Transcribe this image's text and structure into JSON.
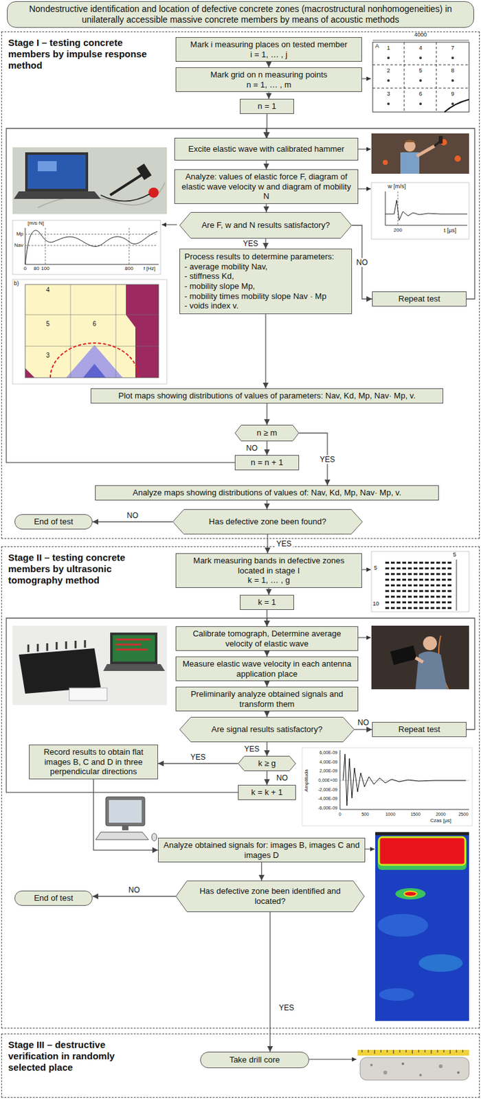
{
  "diagram": {
    "nodes": [
      {
        "text": [
          "Nondestructive identification and location of defective concrete zones (macrostructural nonhomogeneities) in unilaterally accessible massive concrete members by means of acoustic methods"
        ]
      },
      {
        "text": [
          "Stage I – testing concrete members by impulse response method"
        ]
      },
      {
        "text": [
          "Mark i measuring places on tested member",
          "i = 1, … , j"
        ],
        "in": 1
      },
      {
        "text": [
          "Mark grid on n measuring points",
          "n = 1, … , m"
        ],
        "in": 1
      },
      {
        "text": [
          "n = 1"
        ],
        "in": 1
      },
      {
        "text": [
          "Excite elastic wave with calibrated hammer"
        ],
        "in": 1
      },
      {
        "text": [
          "Analyze: values of elastic force F, diagram of elastic wave velocity w and diagram of mobility N"
        ],
        "in": 1
      },
      {
        "text": [
          "Are F, w and N results satisfactory?"
        ],
        "in": 1
      },
      {
        "text": [
          "Process results to determine parameters:",
          "- average mobility Nav,",
          "- stiffness Kd,",
          "- mobility slope Mp,",
          "- mobility times mobility slope Nav · Mp",
          "- voids index v."
        ],
        "in": 1
      },
      {
        "text": [
          "Repeat test"
        ],
        "in": 1
      },
      {
        "text": [
          "Plot maps showing distributions of values of parameters: Nav, Kd, Mp, Nav· Mp, v."
        ],
        "in": 1
      },
      {
        "text": [
          "n ≥ m"
        ],
        "in": 1
      },
      {
        "text": [
          "n = n + 1"
        ],
        "in": 1
      },
      {
        "text": [
          "Analyze maps showing distributions of values of: Nav, Kd, Mp, Nav· Mp, v."
        ],
        "in": 1
      },
      {
        "text": [
          "End of test"
        ],
        "in": 1
      },
      {
        "text": [
          "Has defective zone been found?"
        ],
        "in": 1
      },
      {
        "text": [
          "Stage II – testing concrete members by ultrasonic tomography method"
        ]
      },
      {
        "text": [
          "Mark measuring bands in defective zones located in stage I",
          "k = 1, … , g"
        ],
        "in": 16
      },
      {
        "text": [
          "k = 1"
        ],
        "in": 16
      },
      {
        "text": [
          "Calibrate tomograph, Determine average velocity of elastic wave"
        ],
        "in": 16
      },
      {
        "text": [
          "Measure elastic wave velocity in each antenna application place"
        ],
        "in": 16
      },
      {
        "text": [
          "Preliminarily analyze obtained signals and transform them"
        ],
        "in": 16
      },
      {
        "text": [
          "Are signal results satisfactory?"
        ],
        "in": 16
      },
      {
        "text": [
          "Repeat test"
        ],
        "in": 16
      },
      {
        "text": [
          "Record results to obtain flat images B, C and D in three perpendicular directions"
        ],
        "in": 16
      },
      {
        "text": [
          "k ≥ g"
        ],
        "in": 16
      },
      {
        "text": [
          "k = k + 1"
        ],
        "in": 16
      },
      {
        "text": [
          "Analyze obtained signals for: images B, images C and images D"
        ],
        "in": 16
      },
      {
        "text": [
          "End of test"
        ],
        "in": 16
      },
      {
        "text": [
          "Has defective zone been identified and located?"
        ],
        "in": 16
      },
      {
        "text": [
          "Stage III – destructive verification in randomly selected place"
        ]
      },
      {
        "text": [
          "Take drill core"
        ],
        "in": 30
      }
    ],
    "edges": [
      {
        "from": 2,
        "to": 3,
        "arrow": "to"
      },
      {
        "from": 3,
        "to": 4,
        "arrow": "to"
      },
      {
        "from": 4,
        "to": 5,
        "arrow": "to"
      },
      {
        "from": 5,
        "to": 6,
        "arrow": "to"
      },
      {
        "from": 6,
        "to": 7,
        "arrow": "to"
      },
      {
        "from": 7,
        "to": 8,
        "label": "YES",
        "arrow": "to"
      },
      {
        "from": 7,
        "to": 9,
        "label": "NO",
        "arrow": "to"
      },
      {
        "from": 9,
        "to": 5,
        "arrow": "to"
      },
      {
        "from": 8,
        "to": 10,
        "arrow": "to"
      },
      {
        "from": 10,
        "to": 11,
        "arrow": "to"
      },
      {
        "from": 11,
        "to": 12,
        "label": "NO",
        "arrow": "to"
      },
      {
        "from": 12,
        "to": 5,
        "arrow": "to"
      },
      {
        "from": 11,
        "to": 13,
        "label": "YES",
        "arrow": "to"
      },
      {
        "from": 13,
        "to": 15,
        "arrow": "to"
      },
      {
        "from": 15,
        "to": 14,
        "label": "NO",
        "arrow": "to"
      },
      {
        "from": 15,
        "to": 17,
        "label": "YES",
        "arrow": "to"
      },
      {
        "from": 17,
        "to": 18,
        "arrow": "to"
      },
      {
        "from": 18,
        "to": 19,
        "arrow": "to"
      },
      {
        "from": 19,
        "to": 20,
        "arrow": "to"
      },
      {
        "from": 20,
        "to": 21,
        "arrow": "to"
      },
      {
        "from": 21,
        "to": 22,
        "arrow": "to"
      },
      {
        "from": 22,
        "to": 25,
        "label": "YES",
        "arrow": "to"
      },
      {
        "from": 22,
        "to": 23,
        "label": "NO",
        "arrow": "to"
      },
      {
        "from": 23,
        "to": 19,
        "arrow": "to"
      },
      {
        "from": 25,
        "to": 24,
        "label": "YES",
        "arrow": "to"
      },
      {
        "from": 25,
        "to": 26,
        "label": "NO",
        "arrow": "to"
      },
      {
        "from": 26,
        "to": 19,
        "arrow": "to"
      },
      {
        "from": 24,
        "to": 27,
        "arrow": "to"
      },
      {
        "from": 27,
        "to": 29,
        "arrow": "to"
      },
      {
        "from": 29,
        "to": 28,
        "label": "NO",
        "arrow": "to"
      },
      {
        "from": 29,
        "to": 31,
        "label": "YES",
        "arrow": "to"
      }
    ],
    "labels": [
      "4000",
      "A",
      "1",
      "2",
      "3",
      "4",
      "5",
      "6",
      "7",
      "8",
      "9",
      "w [m/s]",
      "200",
      "t [µs]",
      "[m/s·N]",
      "Mp",
      "Nav",
      "0",
      "80",
      "100",
      "800",
      "f [Hz]",
      "b)",
      "4",
      "5",
      "3",
      "6",
      "5",
      "5",
      "10",
      "Amplituda",
      "6,00E-09",
      "4,00E-09",
      "2,00E-09",
      "0,00E+00",
      "-2,00E-09",
      "-4,00E-09",
      "-6,00E-09",
      "0",
      "500",
      "1000",
      "1500",
      "2000",
      "2500",
      "Czas [µs]"
    ]
  }
}
